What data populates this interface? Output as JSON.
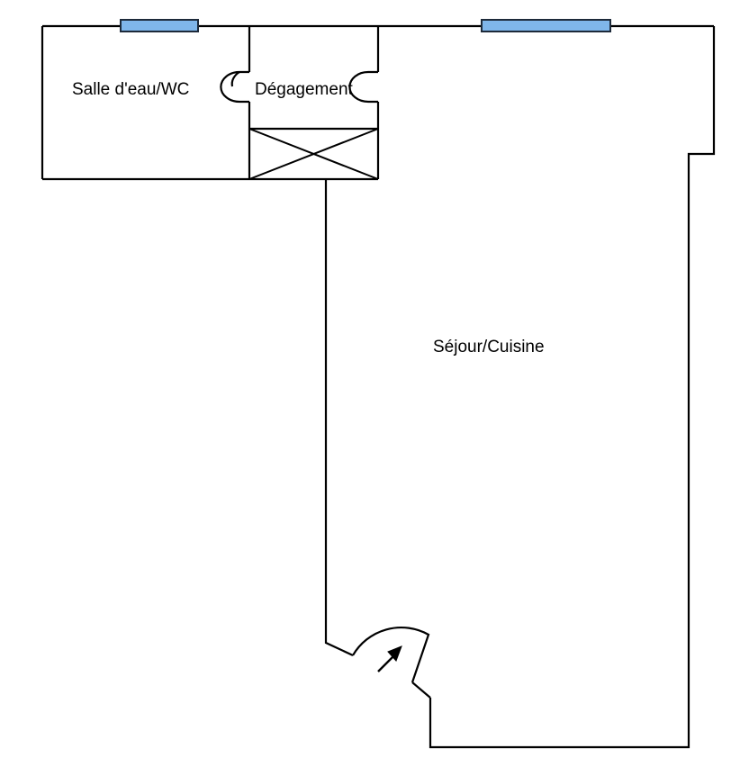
{
  "colors": {
    "wall": "#000000",
    "window_fill": "#7fb6ea",
    "window_stroke": "#1d2a3a",
    "background": "#ffffff"
  },
  "rooms": {
    "salle_eau_wc": "Salle d'eau/WC",
    "degagement": "Dégagement",
    "sejour_cuisine": "Séjour/Cuisine"
  },
  "icons": {
    "entrance": "entrance-arrow-icon",
    "stairwell": "stairwell-cross-icon"
  }
}
